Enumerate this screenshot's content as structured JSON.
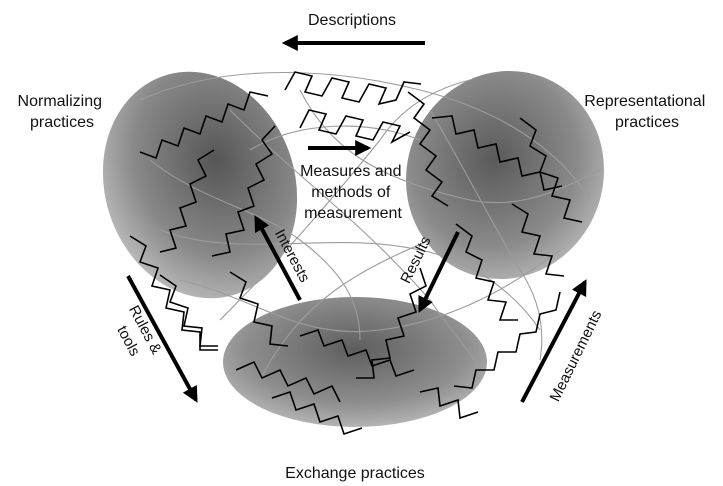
{
  "nodes": {
    "normalizing": [
      "Normalizing",
      "practices"
    ],
    "representational": [
      "Representational",
      "practices"
    ],
    "exchange": [
      "Exchange practices"
    ]
  },
  "flows": {
    "descriptions": "Descriptions",
    "measures": [
      "Measures and",
      "methods of",
      "measurement"
    ],
    "interests": "Interests",
    "results": "Results",
    "rules": [
      "Rules &",
      "tools"
    ],
    "measurements": "Measurements"
  }
}
